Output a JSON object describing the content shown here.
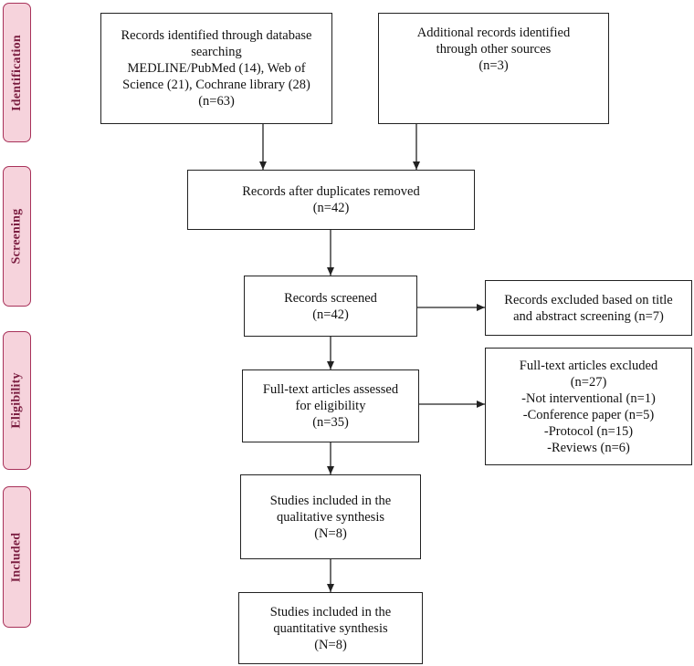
{
  "stages": {
    "identification": "Identification",
    "screening": "Screening",
    "eligibility": "Eligibility",
    "included": "Included"
  },
  "boxes": {
    "database": {
      "lines": [
        "Records identified through database",
        "searching",
        "MEDLINE/PubMed (14), Web of",
        "Science (21), Cochrane library (28)",
        "(n=63)"
      ]
    },
    "other_sources": {
      "lines": [
        "Additional records identified",
        "through other sources",
        "(n=3)"
      ]
    },
    "duplicates_removed": {
      "lines": [
        "Records after duplicates removed",
        "(n=42)"
      ]
    },
    "screened": {
      "lines": [
        "Records screened",
        "(n=42)"
      ]
    },
    "excluded_title": {
      "lines": [
        "Records excluded based on title",
        "and abstract screening (n=7)"
      ]
    },
    "fulltext_assessed": {
      "lines": [
        "Full-text articles assessed",
        "for eligibility",
        "(n=35)"
      ]
    },
    "fulltext_excluded": {
      "lines": [
        "Full-text articles excluded",
        "(n=27)",
        "-Not interventional (n=1)",
        "-Conference paper (n=5)",
        "-Protocol (n=15)",
        "-Reviews (n=6)"
      ]
    },
    "qualitative": {
      "lines": [
        "Studies included in the",
        "qualitative synthesis",
        "(N=8)"
      ]
    },
    "quantitative": {
      "lines": [
        "Studies included in the",
        "quantitative synthesis",
        "(N=8)"
      ]
    }
  },
  "colors": {
    "stage_fill": "#f6d3dc",
    "stage_border": "#a8325a",
    "stage_text": "#7a1d40"
  }
}
